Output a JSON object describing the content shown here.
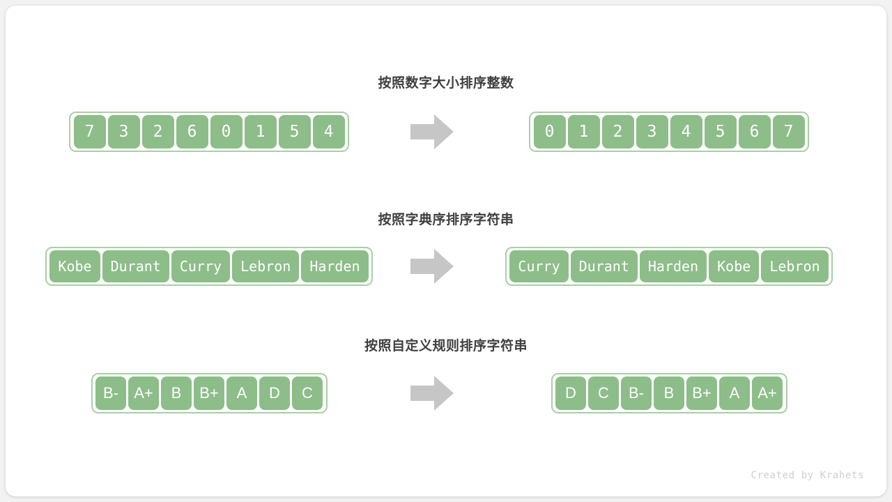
{
  "footer": {
    "credit": "Created by Krahets"
  },
  "colors": {
    "cell_fill": "#8dbd89",
    "array_border": "#a9cfa6",
    "arrow": "#c6c6c6",
    "title_text": "#3f3f3f",
    "cell_text": "#ffffff",
    "card_background": "#ffffff",
    "page_background": "#f2f2f2",
    "footer_text": "#cfcfcf"
  },
  "icons": {
    "arrow": "right-arrow-icon"
  },
  "sections": [
    {
      "title": "按照数字大小排序整数",
      "kind": "num",
      "input": [
        "7",
        "3",
        "2",
        "6",
        "0",
        "1",
        "5",
        "4"
      ],
      "output": [
        "0",
        "1",
        "2",
        "3",
        "4",
        "5",
        "6",
        "7"
      ]
    },
    {
      "title": "按照字典序排序字符串",
      "kind": "name",
      "input": [
        "Kobe",
        "Durant",
        "Curry",
        "Lebron",
        "Harden"
      ],
      "output": [
        "Curry",
        "Durant",
        "Harden",
        "Kobe",
        "Lebron"
      ]
    },
    {
      "title": "按照自定义规则排序字符串",
      "kind": "grade",
      "input": [
        "B-",
        "A+",
        "B",
        "B+",
        "A",
        "D",
        "C"
      ],
      "output": [
        "D",
        "C",
        "B-",
        "B",
        "B+",
        "A",
        "A+"
      ]
    }
  ]
}
